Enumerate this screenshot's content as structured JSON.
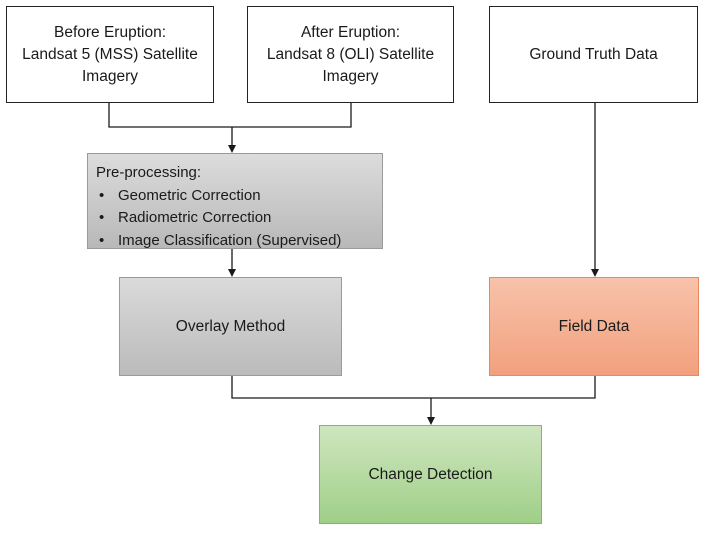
{
  "nodes": {
    "before": {
      "lines": [
        "Before Eruption:",
        "Landsat 5 (MSS) Satellite",
        "Imagery"
      ]
    },
    "after": {
      "lines": [
        "After Eruption:",
        "Landsat 8 (OLI) Satellite",
        "Imagery"
      ]
    },
    "ground_truth": {
      "label": "Ground Truth Data"
    },
    "preprocessing": {
      "title": "Pre-processing:",
      "items": [
        "Geometric Correction",
        "Radiometric Correction",
        "Image Classification (Supervised)"
      ]
    },
    "overlay": {
      "label": "Overlay Method"
    },
    "field": {
      "label": "Field Data"
    },
    "change": {
      "label": "Change Detection"
    }
  },
  "colors": {
    "preprocessing_fill": "#c9c9c9",
    "overlay_fill": "#c9c9c9",
    "field_fill": "#f4b183",
    "change_fill": "#a9d18e",
    "border": "#222222"
  },
  "edges": [
    [
      "before",
      "preprocessing"
    ],
    [
      "after",
      "preprocessing"
    ],
    [
      "preprocessing",
      "overlay"
    ],
    [
      "ground_truth",
      "field"
    ],
    [
      "overlay",
      "change"
    ],
    [
      "field",
      "change"
    ]
  ]
}
